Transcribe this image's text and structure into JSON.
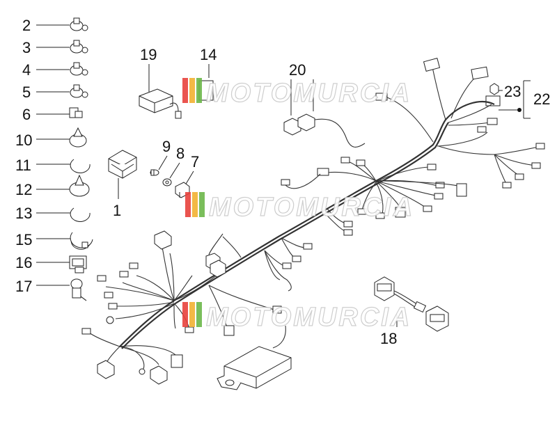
{
  "watermark": {
    "text": "MOTOMURCIA",
    "colors": [
      "#e8423c",
      "#f2b233",
      "#6cb84a"
    ]
  },
  "callouts": {
    "c2": "2",
    "c3": "3",
    "c4": "4",
    "c5": "5",
    "c6": "6",
    "c10": "10",
    "c11": "11",
    "c12": "12",
    "c13": "13",
    "c15": "15",
    "c16": "16",
    "c17": "17",
    "c1": "1",
    "c7": "7",
    "c8": "8",
    "c9": "9",
    "c14": "14",
    "c18": "18",
    "c19": "19",
    "c20": "20",
    "c22": "22",
    "c23": "23"
  }
}
